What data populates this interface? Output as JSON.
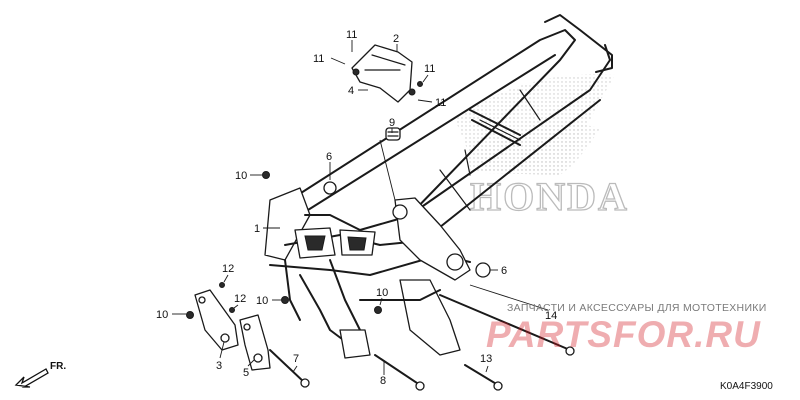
{
  "diagram": {
    "code": "K0A4F3900",
    "front_label": "FR.",
    "watermark": {
      "logo_text": "HONDA",
      "caption": "ЗАПЧАСТИ И АКСЕССУАРЫ ДЛЯ МОТОТЕХНИКИ",
      "brand": "PARTSFOR.RU"
    },
    "callouts": [
      {
        "id": "c11a",
        "label": "11"
      },
      {
        "id": "c2",
        "label": "2"
      },
      {
        "id": "c11b",
        "label": "11"
      },
      {
        "id": "c11c",
        "label": "11"
      },
      {
        "id": "c4",
        "label": "4"
      },
      {
        "id": "c11d",
        "label": "11"
      },
      {
        "id": "c9",
        "label": "9"
      },
      {
        "id": "c6a",
        "label": "6"
      },
      {
        "id": "c10a",
        "label": "10"
      },
      {
        "id": "c1",
        "label": "1"
      },
      {
        "id": "c12a",
        "label": "12"
      },
      {
        "id": "c12b",
        "label": "12"
      },
      {
        "id": "c10b",
        "label": "10"
      },
      {
        "id": "c10c",
        "label": "10"
      },
      {
        "id": "c6b",
        "label": "6"
      },
      {
        "id": "c10d",
        "label": "10"
      },
      {
        "id": "c14",
        "label": "14"
      },
      {
        "id": "c3",
        "label": "3"
      },
      {
        "id": "c5",
        "label": "5"
      },
      {
        "id": "c7",
        "label": "7"
      },
      {
        "id": "c8",
        "label": "8"
      },
      {
        "id": "c13",
        "label": "13"
      }
    ],
    "icons": [
      "front-arrow-icon",
      "honda-wing-logo-icon"
    ]
  }
}
